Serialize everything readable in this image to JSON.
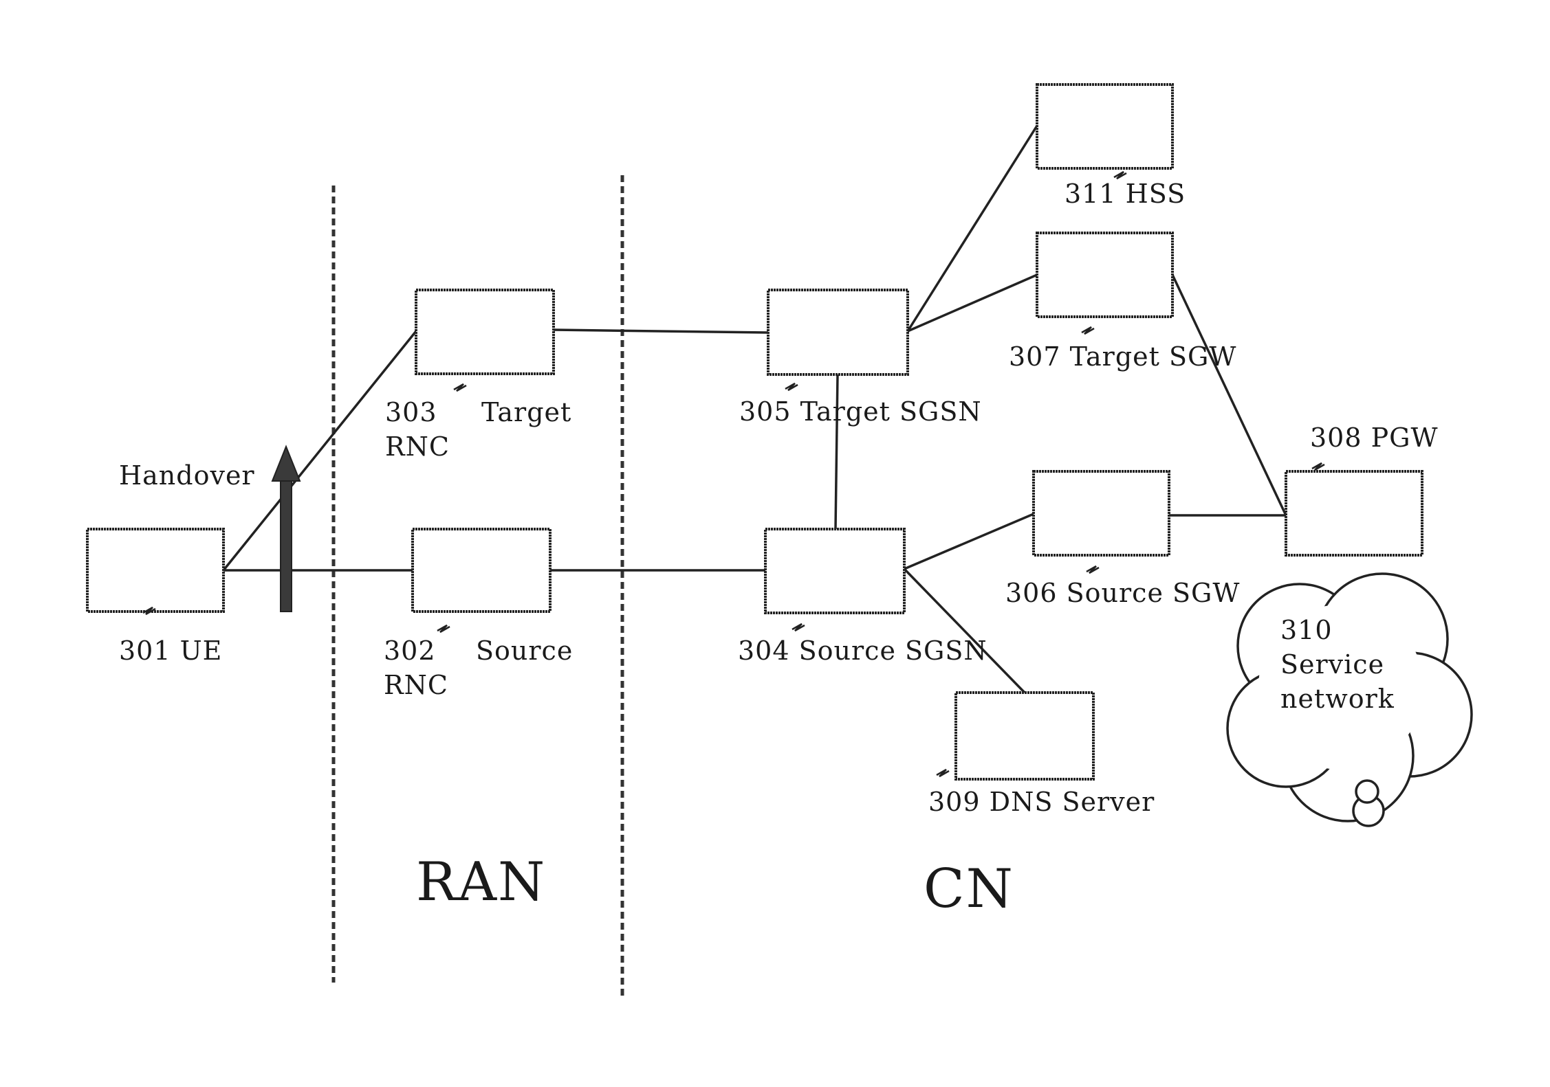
{
  "regions": {
    "ran": "RAN",
    "cn": "CN"
  },
  "handover": "Handover",
  "nodes": {
    "ue": {
      "line1": "301 UE"
    },
    "source_rnc": {
      "line1a": "302",
      "line1b": "Source",
      "line2": "RNC"
    },
    "target_rnc": {
      "line1a": "303",
      "line1b": "Target",
      "line2": "RNC"
    },
    "source_sgsn": {
      "line1": "304 Source SGSN"
    },
    "target_sgsn": {
      "line1": "305 Target SGSN"
    },
    "source_sgw": {
      "line1": "306 Source SGW"
    },
    "target_sgw": {
      "line1": "307 Target SGW"
    },
    "pgw": {
      "line1": "308 PGW"
    },
    "dns": {
      "line1": "309 DNS Server"
    },
    "service_network": {
      "line1": "310",
      "line2": "Service",
      "line3": "network"
    },
    "hss": {
      "line1": "311 HSS"
    }
  },
  "colors": {
    "stroke": "#222222",
    "background": "#ffffff"
  }
}
